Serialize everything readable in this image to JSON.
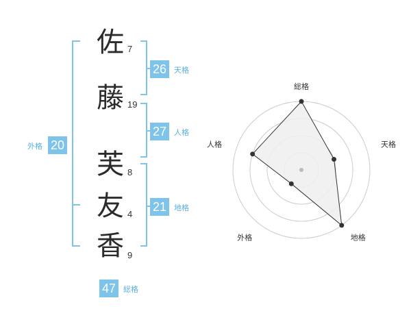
{
  "name_chars": [
    {
      "char": "佐",
      "strokes": "7"
    },
    {
      "char": "藤",
      "strokes": "19"
    },
    {
      "char": "芙",
      "strokes": "8"
    },
    {
      "char": "友",
      "strokes": "4"
    },
    {
      "char": "香",
      "strokes": "9"
    }
  ],
  "kaku": {
    "tenkaku": {
      "value": "26",
      "label": "天格"
    },
    "jinkaku": {
      "value": "27",
      "label": "人格"
    },
    "chikaku": {
      "value": "21",
      "label": "地格"
    },
    "gaikaku": {
      "value": "20",
      "label": "外格"
    },
    "soukaku": {
      "value": "47",
      "label": "総格"
    }
  },
  "chart_data": {
    "type": "radar",
    "axes": [
      "総格",
      "天格",
      "地格",
      "外格",
      "人格"
    ],
    "values": [
      4,
      2,
      4,
      1,
      3
    ],
    "max": 4,
    "rings": 4,
    "colors": {
      "fill": "#efefef",
      "stroke": "#333333",
      "grid": "#cccccc",
      "center": "#bbbbbb"
    }
  },
  "colors": {
    "accent": "#7ec3ea",
    "label": "#59b0e3"
  }
}
